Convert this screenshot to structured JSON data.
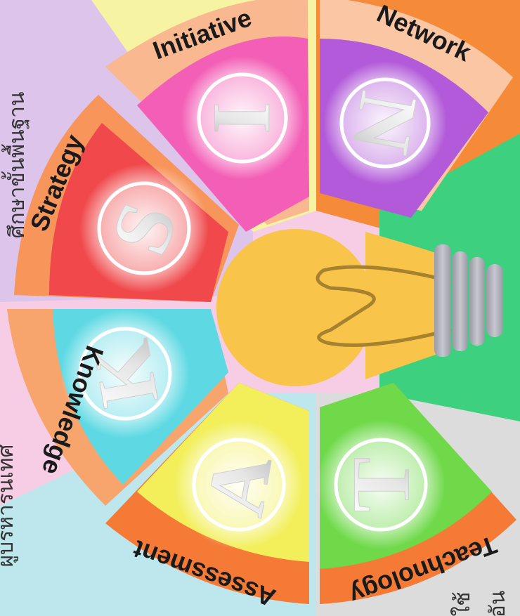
{
  "segments": {
    "initiative": {
      "word": "Initiative",
      "letter": "I",
      "tab_color": "#f9b88f",
      "panel_color": "#f35eb6"
    },
    "network": {
      "word": "Network",
      "letter": "N",
      "tab_color": "#fbc6a4",
      "panel_color": "#b25ad9"
    },
    "strategy": {
      "word": "Strategy",
      "letter": "S",
      "tab_color": "#f7955b",
      "panel_color": "#f0484b"
    },
    "knowledge": {
      "word": "Knowledge",
      "letter": "K",
      "tab_color": "#f7a46d",
      "panel_color": "#5ed9e3"
    },
    "assessment": {
      "word": "Assessment",
      "letter": "A",
      "tab_color": "#f57a36",
      "panel_color": "#f2ef5a"
    },
    "teachnology": {
      "word": "Teachnology",
      "letter": "T",
      "tab_color": "#f57a36",
      "panel_color": "#6fd94a"
    }
  },
  "thai_labels": {
    "top_left": "ศึกษาขั้นพื้นฐาน",
    "left": "ผู้บริหารนิเทศ",
    "bottom_right_1": "ใช้",
    "bottom_right_2": "อัน"
  },
  "colors": {
    "lavender": "#ddc4ea",
    "pale_yellow": "#f6f3a3",
    "orange": "#f58a38",
    "green": "#3dd17f",
    "pink": "#f7cde5",
    "light_blue": "#bde7ec",
    "light_gray": "#dcdcdc",
    "bulb": "#f9c44a"
  }
}
